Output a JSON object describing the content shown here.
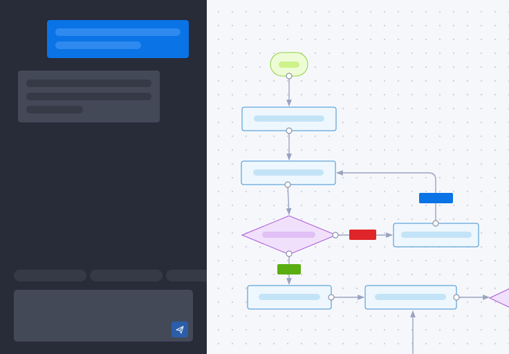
{
  "chat": {
    "composer": {
      "value": "",
      "placeholder": ""
    },
    "send_icon": "paper-plane-icon",
    "suggestion_chips": [
      {
        "label": ""
      },
      {
        "label": ""
      },
      {
        "label": ""
      }
    ]
  },
  "flowchart": {
    "colors": {
      "connector": "#9aa2c0",
      "process_fill": "#eef7fd",
      "process_border": "#3a8fd0",
      "process_text_bar": "#c3e3f7",
      "decision_fill": "#f1e0fb",
      "decision_border": "#a855d6",
      "start_fill": "#eefcd6",
      "start_border": "#8fcf3a",
      "label_blue": "#0a73e6",
      "label_red": "#e0252a",
      "label_green": "#5aae12"
    },
    "nodes": [
      {
        "id": "start",
        "shape": "terminator",
        "text": ""
      },
      {
        "id": "step-1",
        "shape": "process",
        "text": ""
      },
      {
        "id": "step-2",
        "shape": "process",
        "text": ""
      },
      {
        "id": "decision-1",
        "shape": "decision",
        "text": ""
      },
      {
        "id": "step-retry",
        "shape": "process",
        "text": ""
      },
      {
        "id": "step-3",
        "shape": "process",
        "text": ""
      },
      {
        "id": "step-4",
        "shape": "process",
        "text": ""
      },
      {
        "id": "decision-2",
        "shape": "decision",
        "text": ""
      }
    ],
    "edge_labels": [
      {
        "id": "loop-label",
        "color": "blue",
        "text": ""
      },
      {
        "id": "no-label",
        "color": "red",
        "text": ""
      },
      {
        "id": "yes-label",
        "color": "green",
        "text": ""
      }
    ]
  }
}
